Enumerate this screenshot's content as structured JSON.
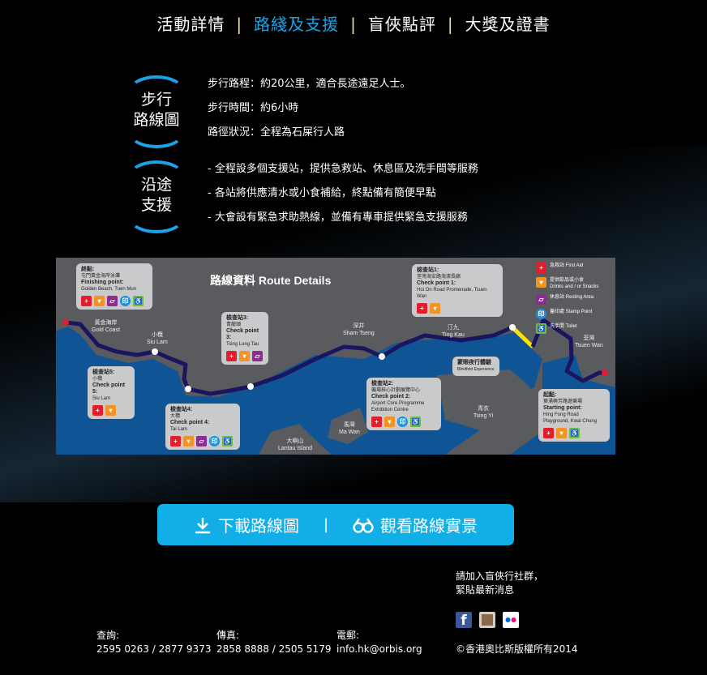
{
  "nav": {
    "items": [
      "活動詳情",
      "路綫及支援",
      "盲俠點評",
      "大獎及證書"
    ],
    "active": 1,
    "separator": "|"
  },
  "route": {
    "badge_line1": "步行",
    "badge_line2": "路線圖",
    "lines": [
      "步行路程：約20公里，適合長途遠足人士。",
      "步行時間：約6小時",
      "路徑狀況：全程為石屎行人路"
    ]
  },
  "support": {
    "badge_line1": "沿途",
    "badge_line2": "支援",
    "lines": [
      "- 全程設多個支援站，提供急救站、休息區及洗手間等服務",
      "- 各站將供應清水或小食補給，終點備有簡便早點",
      "- 大會設有緊急求助熱線，並備有專車提供緊急支援服務"
    ]
  },
  "map": {
    "title": "路線資料 Route Details",
    "legend": [
      {
        "zh": "急救站",
        "en": "First Aid",
        "icon": "first-aid"
      },
      {
        "zh": "提供飲品或小食",
        "en": "Drinks and / or Snacks",
        "icon": "snack"
      },
      {
        "zh": "休息站",
        "en": "Resting Area",
        "icon": "rest"
      },
      {
        "zh": "蓋印處",
        "en": "Stamp Point",
        "icon": "stamp"
      },
      {
        "zh": "洗手間",
        "en": "Toilet",
        "icon": "toilet"
      }
    ],
    "points": {
      "finish": {
        "title": "終點:",
        "zh": "屯門黃金海岸泳灘",
        "en_title": "Finishing point:",
        "en": "Golden Beach, Tuen Mun"
      },
      "cp5": {
        "title": "檢查站5:",
        "zh": "小欖",
        "en_title": "Check point 5:",
        "en": "Siu Lam"
      },
      "cp4": {
        "title": "檢查站4:",
        "zh": "大欖",
        "en_title": "Check point 4:",
        "en": "Tai Lam"
      },
      "cp3": {
        "title": "檢查站3:",
        "zh": "青龍頭",
        "en_title": "Check point 3:",
        "en": "Tsing Lung Tau"
      },
      "cp2": {
        "title": "檢查站2:",
        "zh": "機場核心計劃展覽中心",
        "en_title": "Check point 2:",
        "en": "Airport Core Programme Exhibition Centre"
      },
      "cp1": {
        "title": "檢查站1:",
        "zh": "荃灣海安路海濱長廊",
        "en_title": "Check point 1:",
        "en": "Hoi On Road Promenade, Tsuen Wan"
      },
      "start": {
        "title": "起點:",
        "zh": "葵涌興芳路遊樂場",
        "en_title": "Starting point:",
        "en": "Hing Fong Road Playground, Kwai Chung"
      },
      "blindfold": {
        "zh": "蒙眼夜行體驗",
        "en": "Blindfold Experience"
      }
    },
    "places": [
      {
        "zh": "黃金海岸",
        "en": "Gold Coast"
      },
      {
        "zh": "小欖",
        "en": "Siu Lam"
      },
      {
        "zh": "深井",
        "en": "Sham Tseng"
      },
      {
        "zh": "汀九",
        "en": "Ting Kau"
      },
      {
        "zh": "荃灣",
        "en": "Tsuen Wan"
      },
      {
        "zh": "青衣",
        "en": "Tsing Yi"
      },
      {
        "zh": "馬灣",
        "en": "Ma Wan"
      },
      {
        "zh": "大嶼山",
        "en": "Lantau Island"
      }
    ]
  },
  "buttons": {
    "download": "下載路線圖",
    "view": "觀看路線實景",
    "separator": "|"
  },
  "footer": {
    "enquiry_label": "查詢:",
    "enquiry": "2595 0263 / 2877 9373",
    "fax_label": "傳真:",
    "fax": "2858 8888 / 2505 5179",
    "email_label": "電郵:",
    "email": "info.hk@orbis.org",
    "join_line1": "請加入盲俠行社群，",
    "join_line2": "緊貼最新消息",
    "copyright": "©香港奧比斯版權所有2014"
  },
  "colors": {
    "accent": "#1aa3e8",
    "button": "#11aee8",
    "route": "#1b1560",
    "water": "#0f5596",
    "land": "#5a5b5e"
  }
}
